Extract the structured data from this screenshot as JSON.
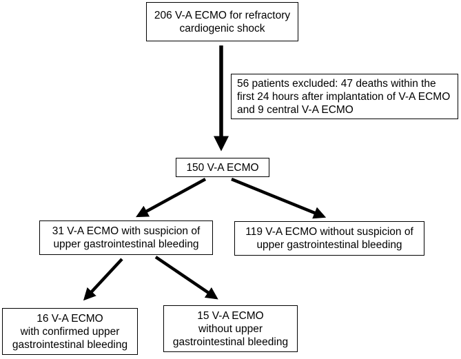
{
  "nodes": {
    "start": {
      "lines": [
        "206 V-A ECMO for refractory",
        "cardiogenic shock"
      ]
    },
    "excluded": {
      "lines": [
        "56 patients excluded: 47 deaths within the",
        "first 24 hours after implantation of V-A ECMO",
        "and 9 central V-A ECMO"
      ]
    },
    "total": {
      "lines": [
        "150 V-A ECMO"
      ]
    },
    "suspicion": {
      "lines": [
        "31 V-A ECMO with suspicion of",
        "upper gastrointestinal bleeding"
      ]
    },
    "no_suspicion": {
      "lines": [
        "119 V-A ECMO without suspicion of",
        "upper gastrointestinal bleeding"
      ]
    },
    "confirmed": {
      "lines": [
        "16 V-A ECMO",
        "with confirmed upper",
        "gastrointestinal bleeding"
      ]
    },
    "not_confirmed": {
      "lines": [
        "15 V-A ECMO",
        "without upper",
        "gastrointestinal bleeding"
      ]
    }
  },
  "edges": [
    {
      "from": "start",
      "to": "total"
    },
    {
      "from": "total",
      "to": "suspicion"
    },
    {
      "from": "total",
      "to": "no_suspicion"
    },
    {
      "from": "suspicion",
      "to": "confirmed"
    },
    {
      "from": "suspicion",
      "to": "not_confirmed"
    }
  ]
}
